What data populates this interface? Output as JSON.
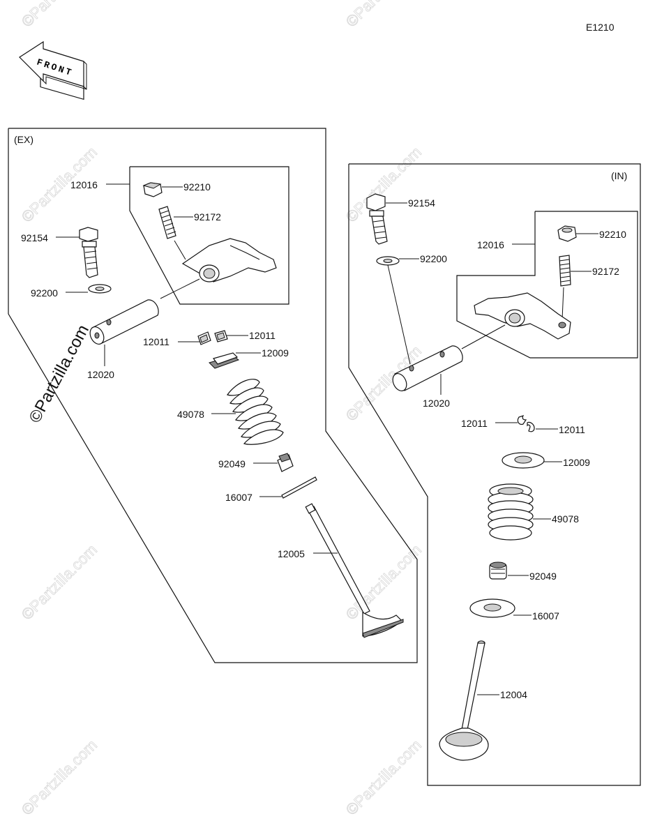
{
  "diagram_code": "E1210",
  "front_arrow_text": "FRONT",
  "sections": {
    "exhaust_label": "(EX)",
    "intake_label": "(IN)"
  },
  "watermark": "©Partzilla.com",
  "parts": {
    "ex": {
      "rocker_assy": "12016",
      "nut": "92210",
      "adjust_screw": "92172",
      "bolt": "92154",
      "washer": "92200",
      "shaft": "12020",
      "cotter_a": "12011",
      "cotter_b": "12011",
      "retainer": "12009",
      "spring": "49078",
      "seal": "92049",
      "spring_seat": "16007",
      "valve": "12005"
    },
    "in": {
      "bolt": "92154",
      "washer": "92200",
      "rocker_assy": "12016",
      "nut": "92210",
      "adjust_screw": "92172",
      "shaft": "12020",
      "cotter_a": "12011",
      "cotter_b": "12011",
      "retainer": "12009",
      "spring": "49078",
      "seal": "92049",
      "spring_seat": "16007",
      "valve": "12004"
    }
  }
}
